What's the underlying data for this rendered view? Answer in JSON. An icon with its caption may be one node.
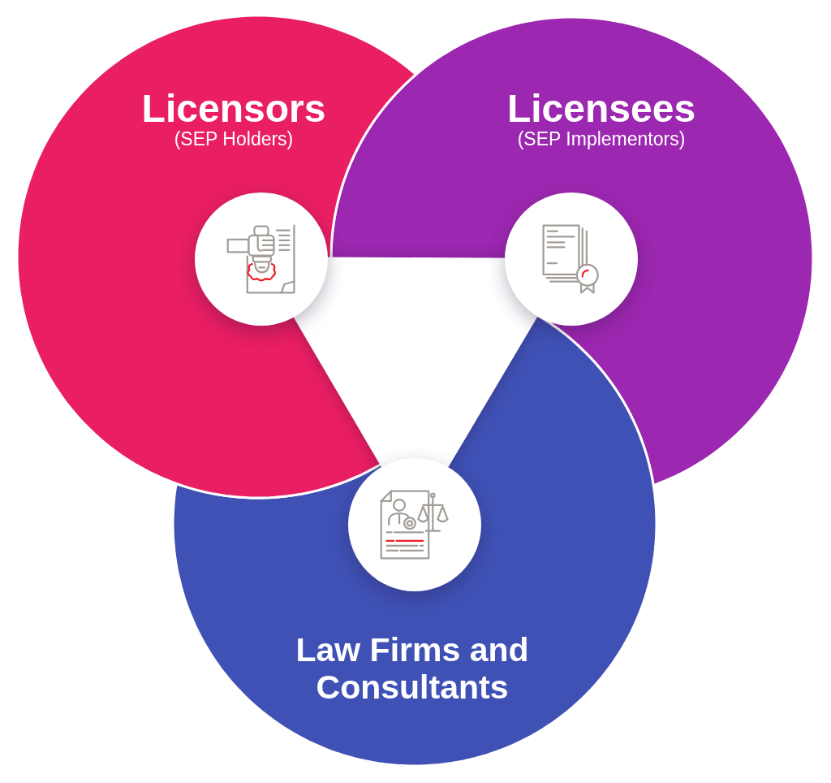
{
  "diagram": {
    "nodes": [
      {
        "text": [
          "Licensors",
          "(SEP Holders)"
        ]
      },
      {
        "text": [
          "Licensees",
          "(SEP Implementors)"
        ]
      },
      {
        "text": [
          "Law Firms and Consultants"
        ]
      },
      {
        "text": [],
        "shape": "triangle"
      },
      {
        "text": [],
        "shape": "circle",
        "in": 0
      },
      {
        "text": [],
        "shape": "circle",
        "in": 1
      },
      {
        "text": [],
        "shape": "circle",
        "in": 2
      }
    ]
  }
}
